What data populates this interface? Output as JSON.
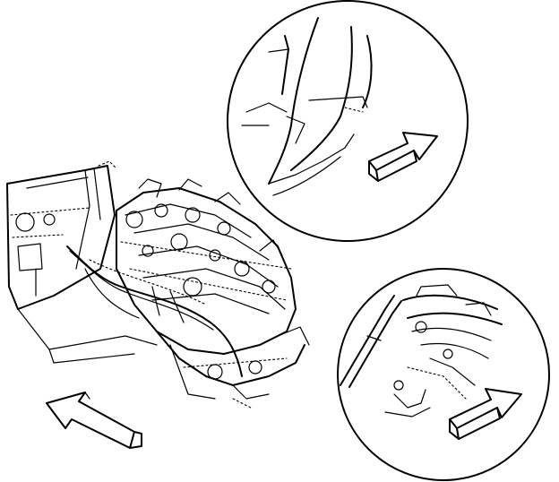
{
  "figure": {
    "background": "#ffffff",
    "line_color": "#000000",
    "icons": {
      "main_view": "engine-harness-overview",
      "detail_top": "kick-panel-detail",
      "detail_bottom": "connector-bundle-detail",
      "arrows": "direction-arrow-icon"
    }
  }
}
